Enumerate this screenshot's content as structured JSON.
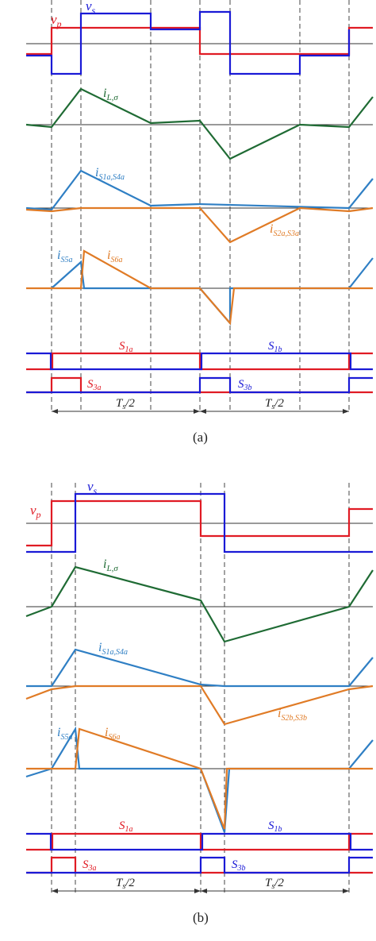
{
  "colors": {
    "red": "#e01b24",
    "blue": "#1a1ad6",
    "green": "#1f6b34",
    "lightblue": "#2f7fc4",
    "orange": "#e07b26",
    "black": "#333333",
    "dash": "#444444"
  },
  "panel_a": {
    "caption": "(a)",
    "vp": {
      "main": "v",
      "sub": "p"
    },
    "vs": {
      "main": "v",
      "sub": "s"
    },
    "iL": {
      "main": "i",
      "sub": "L,σ"
    },
    "iS1S4": {
      "main": "i",
      "sub": "S1a,S4a"
    },
    "iS2S3": {
      "main": "i",
      "sub": "S2a,S3a"
    },
    "iS5": {
      "main": "i",
      "sub": "S5a"
    },
    "iS6": {
      "main": "i",
      "sub": "S6a"
    },
    "S1a": {
      "main": "S",
      "sub": "1a"
    },
    "S1b": {
      "main": "S",
      "sub": "1b"
    },
    "S3a": {
      "main": "S",
      "sub": "3a"
    },
    "S3b": {
      "main": "S",
      "sub": "3b"
    },
    "ts_left": {
      "main": "T",
      "sub": "s",
      "tail": "/2"
    },
    "ts_right": {
      "main": "T",
      "sub": "s",
      "tail": "/2"
    }
  },
  "panel_b": {
    "caption": "(b)",
    "vp": {
      "main": "v",
      "sub": "p"
    },
    "vs": {
      "main": "v",
      "sub": "s"
    },
    "iL": {
      "main": "i",
      "sub": "L,σ"
    },
    "iS1S4": {
      "main": "i",
      "sub": "S1a,S4a"
    },
    "iS2S3": {
      "main": "i",
      "sub": "S2b,S3b"
    },
    "iS5": {
      "main": "i",
      "sub": "S5a"
    },
    "iS6": {
      "main": "i",
      "sub": "S6a"
    },
    "S1a": {
      "main": "S",
      "sub": "1a"
    },
    "S1b": {
      "main": "S",
      "sub": "1b"
    },
    "S3a": {
      "main": "S",
      "sub": "3a"
    },
    "S3b": {
      "main": "S",
      "sub": "3b"
    },
    "ts_left": {
      "main": "T",
      "sub": "s",
      "tail": "/2"
    },
    "ts_right": {
      "main": "T",
      "sub": "s",
      "tail": "/2"
    }
  }
}
